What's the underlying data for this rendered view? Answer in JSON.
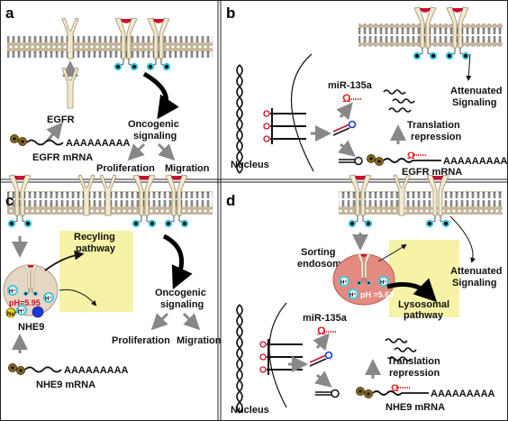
{
  "panels": {
    "a": {
      "letter": "a",
      "egfr_label": "EGFR",
      "egfr_mrna_label": "EGFR mRNA",
      "poly_a": "AAAAAAAAA",
      "oncogenic_line1": "Oncogenic",
      "oncogenic_line2": "signaling",
      "proliferation": "Proliferation",
      "migration": "Migration"
    },
    "b": {
      "letter": "b",
      "mir_label": "miR-135a",
      "nucleus_label": "Nucleus",
      "attenuated_line1": "Attenuated",
      "attenuated_line2": "Signaling",
      "translation_line1": "Translation",
      "translation_line2": "repression",
      "egfr_mrna_label": "EGFR mRNA",
      "poly_a": "AAAAAAAAA"
    },
    "c": {
      "letter": "c",
      "recycling_line1": "Recyling",
      "recycling_line2": "pathway",
      "ph_label": "pH=5.95",
      "nhe9_label": "NHE9",
      "nhe9_mrna_label": "NHE9 mRNA",
      "poly_a": "AAAAAAAAA",
      "oncogenic_line1": "Oncogenic",
      "oncogenic_line2": "signaling",
      "proliferation": "Proliferation",
      "migration": "Migration",
      "hplus": "H⁺",
      "naplus": "Na⁺"
    },
    "d": {
      "letter": "d",
      "sorting_line1": "Sorting",
      "sorting_line2": "endosome",
      "ph_label": "pH =5.63",
      "lysosomal_line1": "Lysosomal",
      "lysosomal_line2": "pathway",
      "attenuated_line1": "Attenuated",
      "attenuated_line2": "Signaling",
      "mir_label": "miR-135a",
      "translation_line1": "Translation",
      "translation_line2": "repression",
      "nucleus_label": "Nucleus",
      "nhe9_mrna_label": "NHE9 mRNA",
      "poly_a": "AAAAAAAAA",
      "hplus": "H⁺"
    }
  },
  "colors": {
    "membrane_head": "#c9b79a",
    "membrane_tail": "#2a2a2a",
    "receptor": "#f2e9cf",
    "receptor_outline": "#9b8f6e",
    "ligand": "#c8102e",
    "phospho": "#3ec9e0",
    "highlight_box": "#f6f3a8",
    "endosome_c": "#e6d6c4",
    "endosome_d": "#e48a80",
    "arrow_grey": "#888888"
  }
}
